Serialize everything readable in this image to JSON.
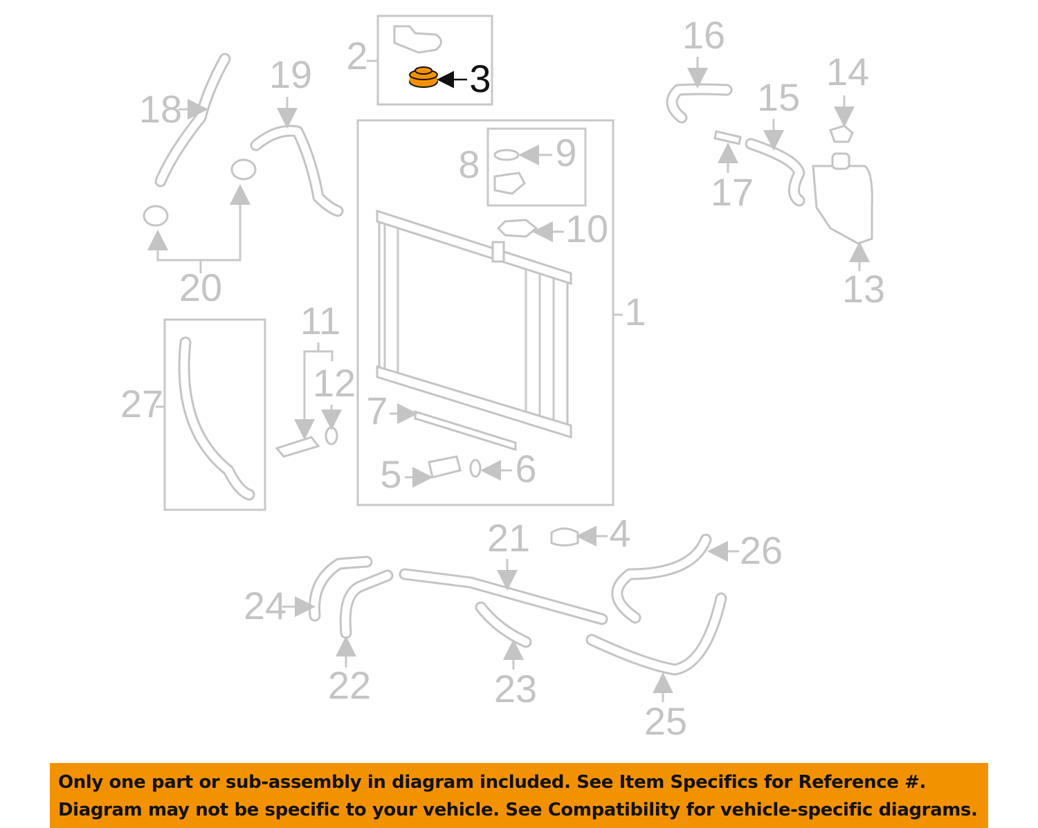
{
  "diagram": {
    "highlighted_part": "3",
    "highlight_color": "#f39200",
    "callouts": [
      "1",
      "2",
      "3",
      "4",
      "5",
      "6",
      "7",
      "8",
      "9",
      "10",
      "11",
      "12",
      "13",
      "14",
      "15",
      "16",
      "17",
      "18",
      "19",
      "20",
      "21",
      "22",
      "23",
      "24",
      "25",
      "26",
      "27"
    ]
  },
  "banner": {
    "line1": "Only one part or sub-assembly in diagram included. See Item Specifics for Reference #.",
    "line2": "Diagram may not be specific to your vehicle. See Compatibility for vehicle-specific diagrams.",
    "background": "#f39200"
  }
}
